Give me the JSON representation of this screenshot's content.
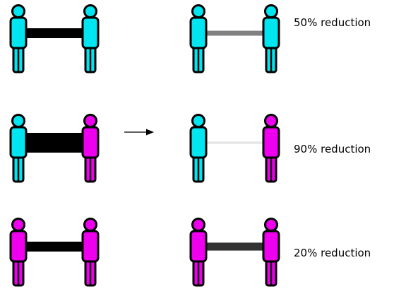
{
  "colors": {
    "cyan": "#00e5ef",
    "magenta": "#ee00ee",
    "outline": "#000000"
  },
  "rows": [
    {
      "before": {
        "left": "cyan",
        "right": "cyan",
        "link_color": "#000000",
        "link_weight": 2
      },
      "after": {
        "left": "cyan",
        "right": "cyan",
        "link_color": "#808080",
        "link_weight": 1
      },
      "label": "50% reduction"
    },
    {
      "before": {
        "left": "cyan",
        "right": "magenta",
        "link_color": "#000000",
        "link_weight": 4
      },
      "after": {
        "left": "cyan",
        "right": "magenta",
        "link_color": "#e6e6e6",
        "link_weight": 0.5
      },
      "label": "90% reduction"
    },
    {
      "before": {
        "left": "magenta",
        "right": "magenta",
        "link_color": "#000000",
        "link_weight": 2
      },
      "after": {
        "left": "magenta",
        "right": "magenta",
        "link_color": "#333333",
        "link_weight": 1.6
      },
      "label": "20% reduction"
    }
  ],
  "arrow_icon": "right-arrow-icon"
}
